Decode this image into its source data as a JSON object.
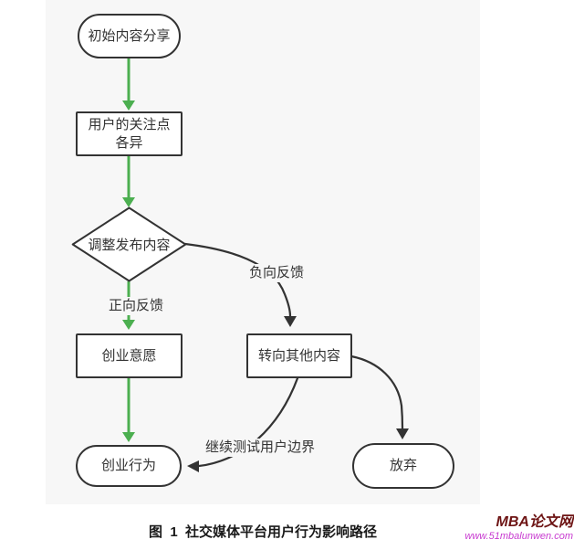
{
  "flowchart": {
    "nodes": {
      "initial_share": {
        "label": "初始内容分享",
        "shape": "stadium"
      },
      "user_focus": {
        "label": "用户的关注点\n各异",
        "shape": "rect"
      },
      "adjust_content": {
        "label": "调整发布内容",
        "shape": "diamond"
      },
      "entrepreneurial_intention": {
        "label": "创业意愿",
        "shape": "rect"
      },
      "entrepreneurial_behavior": {
        "label": "创业行为",
        "shape": "stadium"
      },
      "switch_content": {
        "label": "转向其他内容",
        "shape": "rect"
      },
      "give_up": {
        "label": "放弃",
        "shape": "stadium"
      }
    },
    "edges": [
      {
        "from": "initial_share",
        "to": "user_focus",
        "label": "",
        "style": "positive"
      },
      {
        "from": "user_focus",
        "to": "adjust_content",
        "label": "",
        "style": "positive"
      },
      {
        "from": "adjust_content",
        "to": "entrepreneurial_intention",
        "label": "正向反馈",
        "style": "positive"
      },
      {
        "from": "adjust_content",
        "to": "switch_content",
        "label": "负向反馈",
        "style": "negative"
      },
      {
        "from": "entrepreneurial_intention",
        "to": "entrepreneurial_behavior",
        "label": "",
        "style": "positive"
      },
      {
        "from": "switch_content",
        "to": "entrepreneurial_behavior",
        "label": "继续测试用户边界",
        "style": "negative"
      },
      {
        "from": "switch_content",
        "to": "give_up",
        "label": "",
        "style": "negative"
      }
    ]
  },
  "caption": "图  1  社交媒体平台用户行为影响路径",
  "watermark": {
    "site_name": "MBA论文网",
    "site_url": "www.51mbalunwen.com"
  },
  "colors": {
    "positive_path": "#4caf50",
    "negative_path": "#333333",
    "node_border": "#333333",
    "node_fill": "#ffffff",
    "panel_bg": "#f7f7f7",
    "text_color": "#333333",
    "caption_color": "#1a1a1a",
    "site_name_color": "#6d1414",
    "site_url_color": "#c83bd0"
  }
}
